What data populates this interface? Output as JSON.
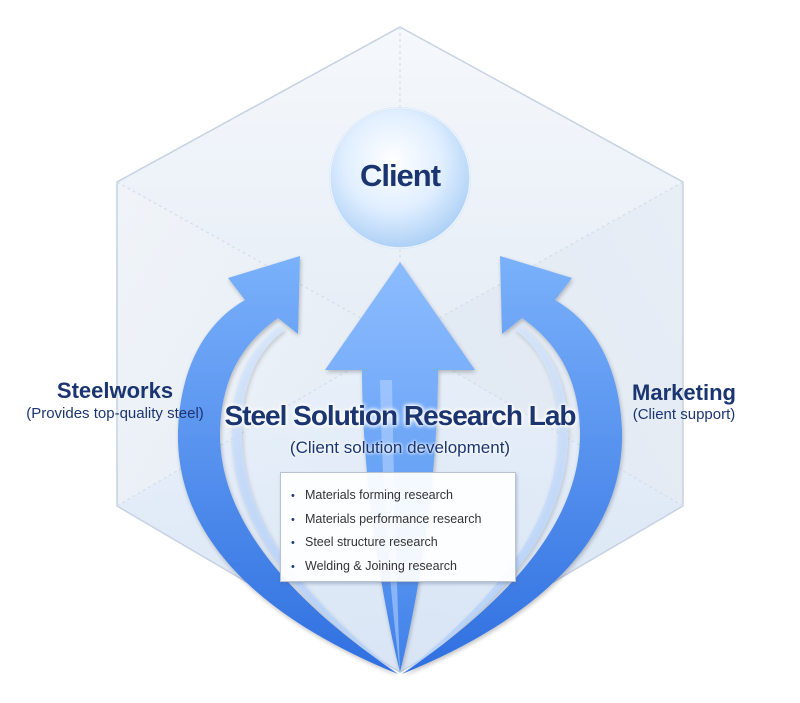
{
  "center": {
    "label": "Client"
  },
  "core": {
    "title": "Steel Solution Research Lab",
    "subtitle": "(Client solution development)",
    "research_areas": [
      "Materials forming research",
      "Materials performance research",
      "Steel structure research",
      "Welding & Joining research"
    ]
  },
  "left_arrow": {
    "title": "Steelworks",
    "subtitle": "(Provides top-quality steel)"
  },
  "right_arrow": {
    "title": "Marketing",
    "subtitle": "(Client support)"
  },
  "colors": {
    "text": "#1b3570",
    "arrow_blue": "#4d8ef0",
    "arrow_light": "#9cc4ff",
    "cube_face": "#e4ecf6",
    "cube_edge": "#c9d4e3"
  }
}
